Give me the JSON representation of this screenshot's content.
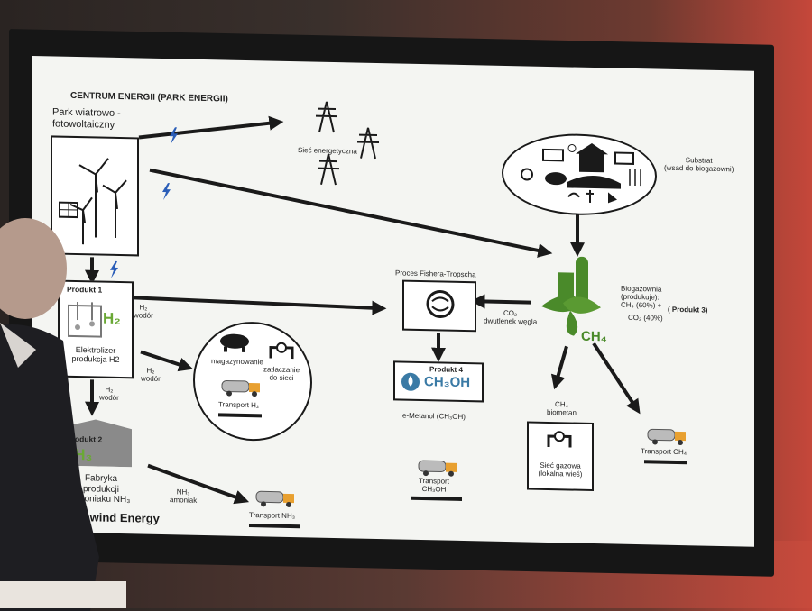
{
  "title": "CENTRUM ENERGII (PARK ENERGII)",
  "park": {
    "label": "Park wiatrowo -\nfotowoltaiczny"
  },
  "grid": {
    "label": "Sieć energetyczna"
  },
  "substrate": {
    "label": "Substrat\n(wsad do biogazowni)"
  },
  "biogas": {
    "label": "Biogazownia\n(produkuje):\nCH₄ (60%) +",
    "product3": "( Produkt 3)",
    "co2": "CO₂ (40%)",
    "formula": "CH₄"
  },
  "product1": {
    "title": "Produkt 1",
    "formula": "H₂",
    "label": "Elektrolizer\nprodukcja H2"
  },
  "h2_wodor_a": "H₂\nwodór",
  "h2_wodor_b": "H₂\nwodór",
  "h2_wodor_c": "H₂\nwodór",
  "storage": {
    "magazyn": "magazynowanie",
    "zatl": "zatłaczanie\ndo sieci",
    "transport": "Transport H₂"
  },
  "fischer": {
    "label": "Proces Fishera-Tropscha"
  },
  "co2_label": "CO₂\ndwutlenek węgla",
  "product4": {
    "title": "Produkt 4",
    "formula": "CH₃OH",
    "label": "e-Metanol (CH₃OH)",
    "transport": "Transport\nCH₃OH"
  },
  "product2": {
    "title": "Produkt 2",
    "formula": "NH₃",
    "label": "Fabryka\nprodukcji\namoniaku NH₃"
  },
  "nh3_label": "NH₃\namoniak",
  "transport_nh3": "Transport NH₃",
  "ch4_biometan": "CH₄\nbiometan",
  "siec_gazowa": "Sieć gazowa\n(lokalna wieś)",
  "transport_ch4": "Transport CH₄",
  "logo": "Eurowind Energy"
}
